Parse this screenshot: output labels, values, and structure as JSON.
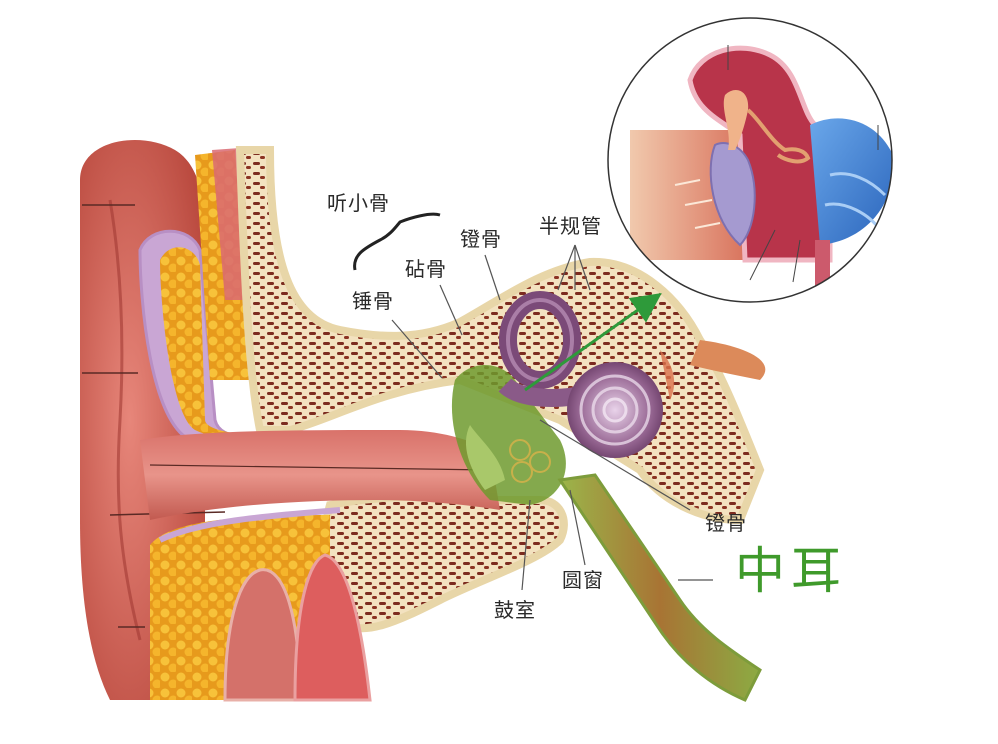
{
  "diagram": {
    "subject": "Human ear cross-section (middle ear)",
    "title": "中耳",
    "title_color": "#3f9a2b",
    "arrow_color": "#2e9a3a",
    "labels": {
      "ossicles": "听小骨",
      "malleus": "锤骨",
      "incus": "砧骨",
      "stapes_top": "镫骨",
      "semicircular_canals": "半规管",
      "stapes_bottom": "镫骨",
      "round_window": "圆窗",
      "tympanic_cavity": "鼓室"
    },
    "inset": {
      "description": "Magnified view of eardrum and ossicles with sound-wave arrows",
      "shape": "circle"
    },
    "colors": {
      "skin": "#c9594a",
      "fat": "#f2b233",
      "bone": "#f1e3bf",
      "bone_pores": "#7a2a1e",
      "cochlea": "#8d5a86",
      "tube": "#7fa33a",
      "inner_ear_fluid": "#3c7fd0",
      "tympanic_red": "#b8344a"
    }
  }
}
